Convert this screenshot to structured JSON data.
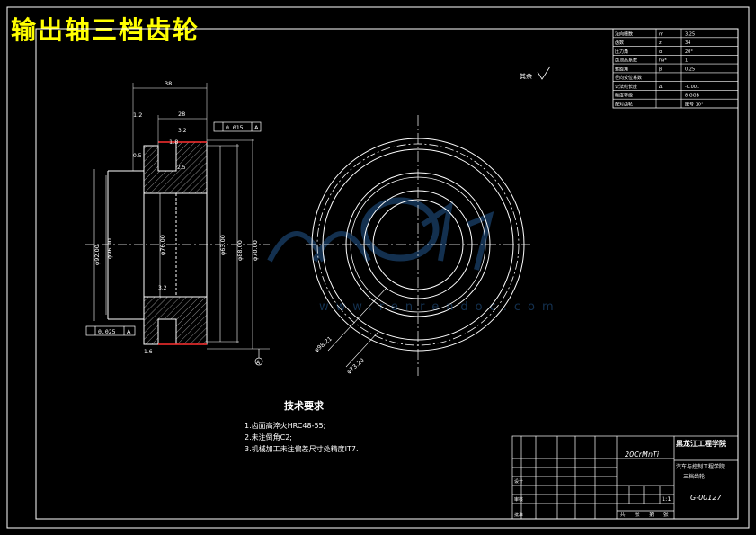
{
  "title": "输出轴三档齿轮",
  "params": [
    {
      "name": "法向模数",
      "sym": "m",
      "val": "3.25"
    },
    {
      "name": "齿数",
      "sym": "z",
      "val": "34"
    },
    {
      "name": "压力角",
      "sym": "α",
      "val": "20°"
    },
    {
      "name": "齿顶高系数",
      "sym": "ha*",
      "val": "1"
    },
    {
      "name": "螺旋角",
      "sym": "β",
      "val": "0.25"
    },
    {
      "name": "径向变位系数",
      "sym": "",
      "val": ""
    },
    {
      "name": "公法线长度",
      "sym": "Δ",
      "val": "-0.001"
    },
    {
      "name": "精度等级",
      "sym": "",
      "val": "8 GGB"
    },
    {
      "name": "配对齿轮",
      "sym": "",
      "val": "图号 10°"
    }
  ],
  "roughness_note": "其余",
  "dims": {
    "width_top": "38",
    "hub_width": "28",
    "chamfer_left": "1.2",
    "chamfer_right": "1.8",
    "tol_top": "0.015",
    "tol_top_ref": "A",
    "tol_bottom": "0.025",
    "tol_bottom_ref": "A",
    "roughness_top": "3.2",
    "roughness_mid": "3.2",
    "roughness_bot": "1.6",
    "d1": "φ92.00",
    "d2": "φ96.00",
    "d3": "φ76.00",
    "d4": "φ63.00",
    "d5": "φ88.00",
    "d6": "φ70.00",
    "circle_d1": "φ98.21",
    "circle_d2": "φ73.20",
    "datum_a": "A",
    "step_label": "0.5",
    "small_dim": "2.5"
  },
  "tech": {
    "heading": "技术要求",
    "items": [
      "1.齿面高淬火HRC48-55;",
      "2.未注倒角C2;",
      "3.机械加工未注偏差尺寸处精度IT7."
    ]
  },
  "title_block": {
    "material": "20CrMnTi",
    "school": "黑龙江工程学院",
    "subject": "汽车与控制工程学院",
    "part": "三挡齿轮",
    "scale": "1:1",
    "drawing_no": "G-00127",
    "labels": [
      "设计",
      "审核",
      "批准"
    ],
    "footer": [
      "共",
      "张",
      "第",
      "张"
    ]
  },
  "watermark": "www.renrendoc.com"
}
